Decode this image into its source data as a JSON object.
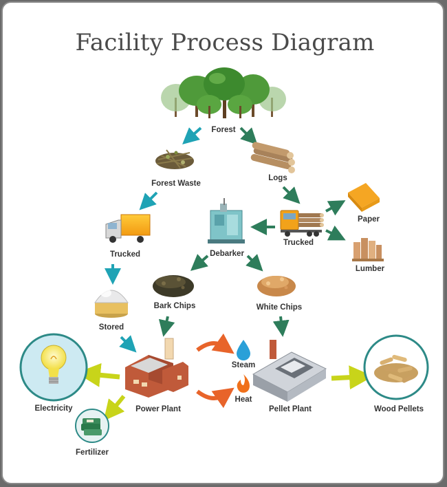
{
  "title": "Facility Process Diagram",
  "nodes": {
    "forest": "Forest",
    "forest_waste": "Forest Waste",
    "logs": "Logs",
    "trucked_waste": "Trucked",
    "trucked_logs": "Trucked",
    "paper": "Paper",
    "lumber": "Lumber",
    "debarker": "Debarker",
    "stored": "Stored",
    "bark_chips": "Bark Chips",
    "white_chips": "White Chips",
    "steam": "Steam",
    "heat": "Heat",
    "power_plant": "Power Plant",
    "pellet_plant": "Pellet Plant",
    "electricity": "Electricity",
    "fertilizer": "Fertilizer",
    "wood_pellets": "Wood Pellets"
  },
  "colors": {
    "teal_arrow": "#1fa3b5",
    "green_arrow": "#2e7d5b",
    "orange_arrow": "#e8642a",
    "yellow_arrow": "#c8d41a",
    "circle_border": "#2d8a87"
  },
  "icons": [
    "tree-icon",
    "debris-icon",
    "logs-icon",
    "truck-icon",
    "logging-truck-icon",
    "paper-icon",
    "lumber-icon",
    "debarker-icon",
    "silo-icon",
    "bark-chips-icon",
    "white-chips-icon",
    "water-drop-icon",
    "flame-icon",
    "factory-icon",
    "pellet-plant-icon",
    "light-bulb-icon",
    "fertilizer-bag-icon",
    "wood-pellets-icon"
  ]
}
